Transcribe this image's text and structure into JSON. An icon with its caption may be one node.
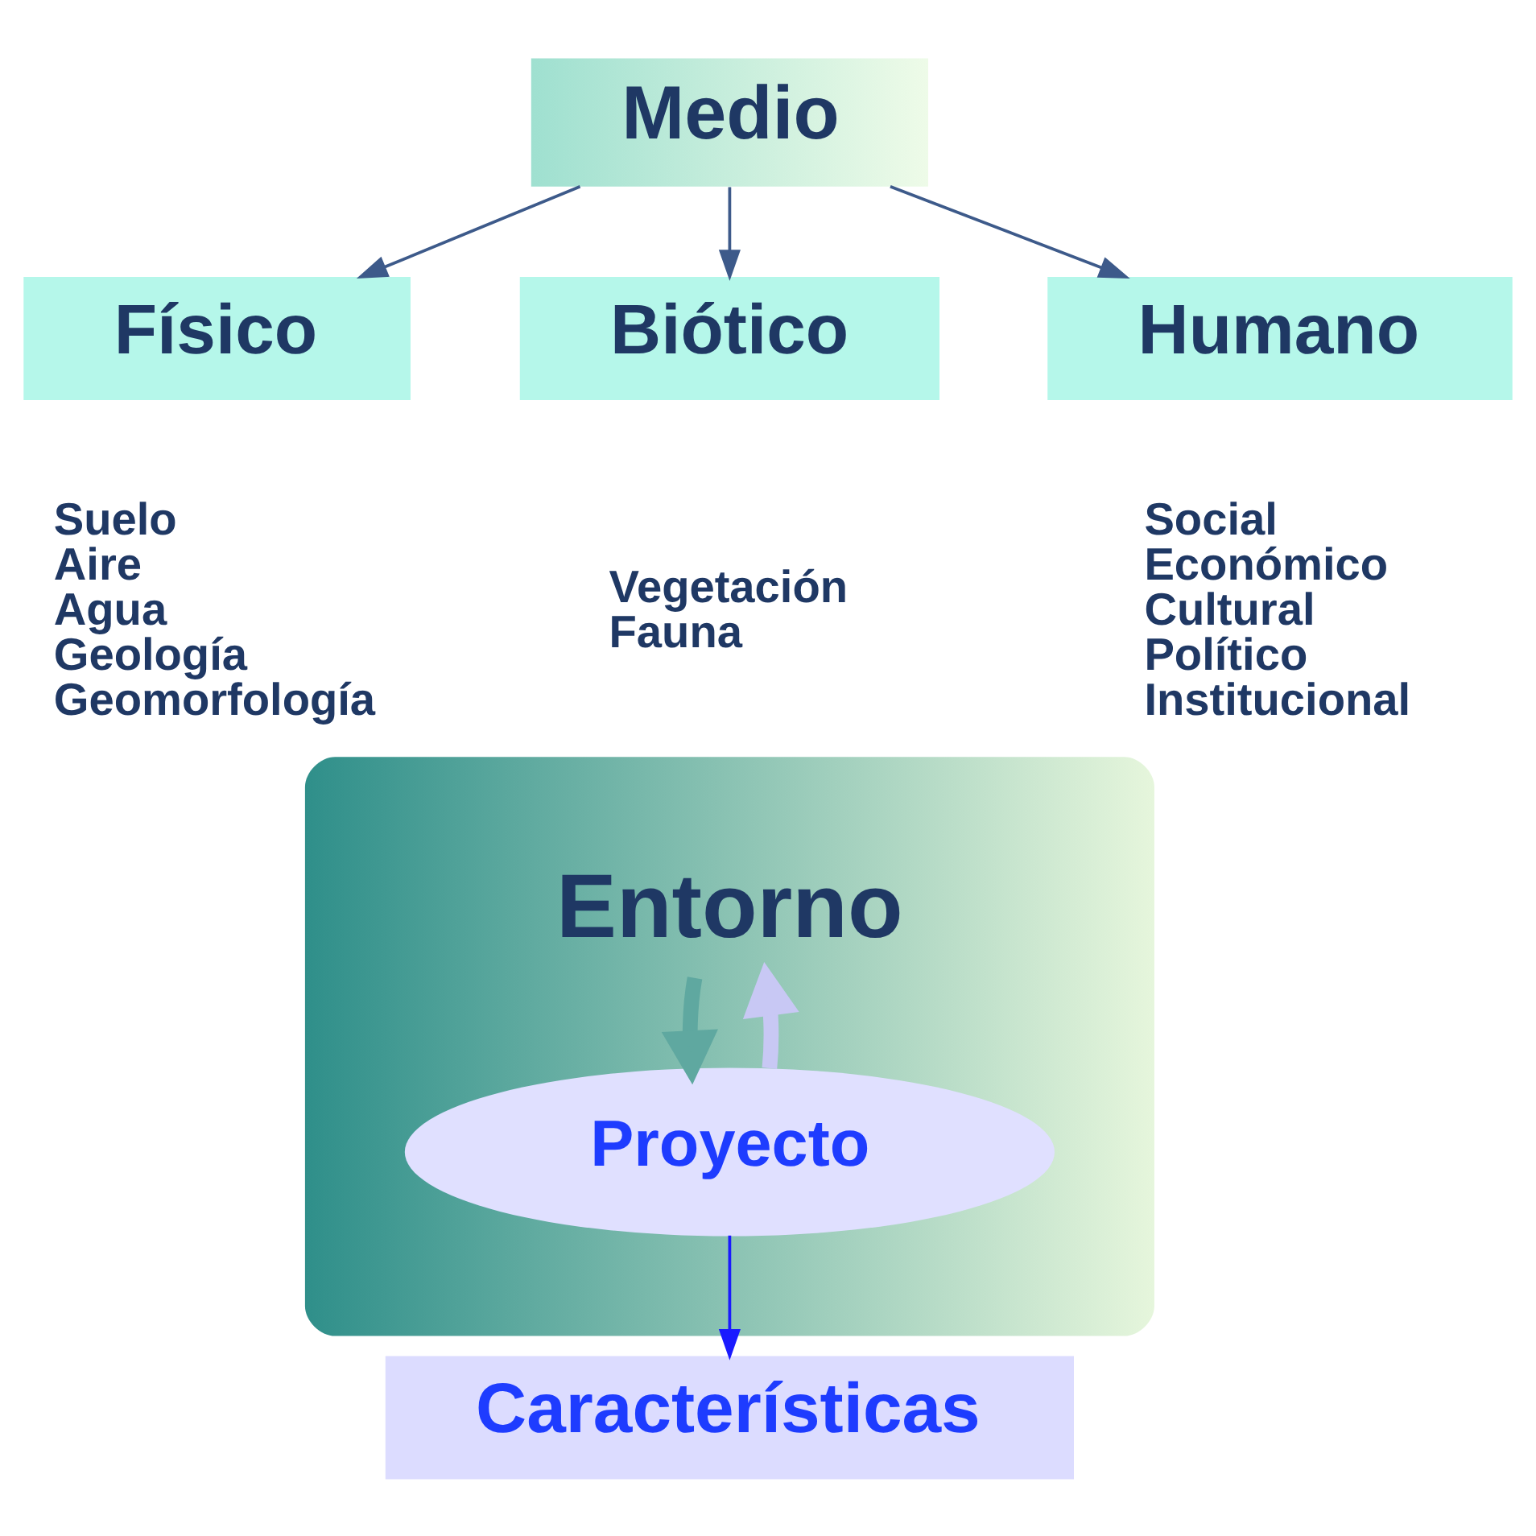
{
  "diagram": {
    "nodes": [
      {
        "text": [
          "Medio"
        ]
      },
      {
        "text": [
          "Físico"
        ],
        "beside": [
          "Suelo",
          "Aire",
          "Agua",
          "Geología",
          "Geomorfología"
        ]
      },
      {
        "text": [
          "Biótico"
        ],
        "beside": [
          "Vegetación",
          "Fauna"
        ]
      },
      {
        "text": [
          "Humano"
        ],
        "beside": [
          "Social",
          "Económico",
          "Cultural",
          "Político",
          "Institucional"
        ]
      },
      {
        "text": [
          "Entorno"
        ]
      },
      {
        "text": [
          "Proyecto"
        ],
        "in": 4
      },
      {
        "text": [
          "Características"
        ]
      }
    ],
    "edges": [
      {
        "from": 0,
        "to": 1,
        "arrow": "to"
      },
      {
        "from": 0,
        "to": 2,
        "arrow": "to"
      },
      {
        "from": 0,
        "to": 3,
        "arrow": "to"
      },
      {
        "from": 4,
        "to": 5,
        "arrow": "to",
        "style": "thick",
        "color": "#5fa8a0"
      },
      {
        "from": 5,
        "to": 4,
        "arrow": "to",
        "style": "thick",
        "color": "#c8c8f4"
      },
      {
        "from": 5,
        "to": 6,
        "arrow": "to",
        "color": "#1a1aff"
      }
    ]
  }
}
